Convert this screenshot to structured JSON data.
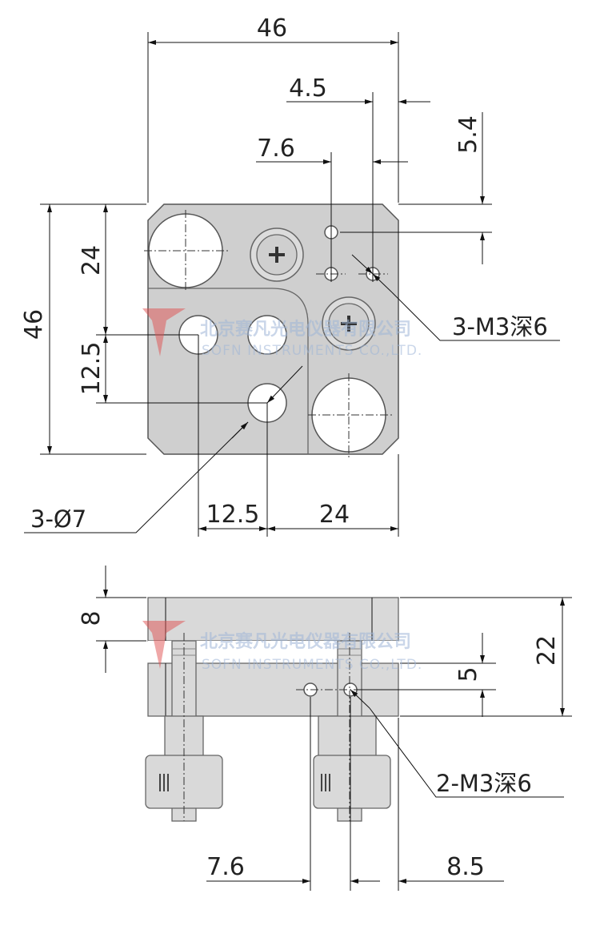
{
  "top_view": {
    "dim_width": "46",
    "dim_4_5": "4.5",
    "dim_5_4": "5.4",
    "dim_7_6": "7.6",
    "dim_height": "46",
    "dim_24_v": "24",
    "dim_12_5_v": "12.5",
    "dim_12_5_h": "12.5",
    "dim_24_h": "24",
    "callout_m3": "3-M3深6",
    "callout_d7": "3-Ø7"
  },
  "side_view": {
    "dim_8": "8",
    "dim_22": "22",
    "dim_5": "5",
    "dim_7_6": "7.6",
    "dim_8_5": "8.5",
    "callout_m3": "2-M3深6"
  },
  "watermark": {
    "company_cn": "北京赛凡光电仪器有限公司",
    "company_en": "SOFN INSTRUMENTS CO.,LTD."
  },
  "colors": {
    "part_fill": "#cfcfcf",
    "line": "#111111",
    "watermark": "#9fb6d8",
    "logo_red": "#e05050"
  }
}
